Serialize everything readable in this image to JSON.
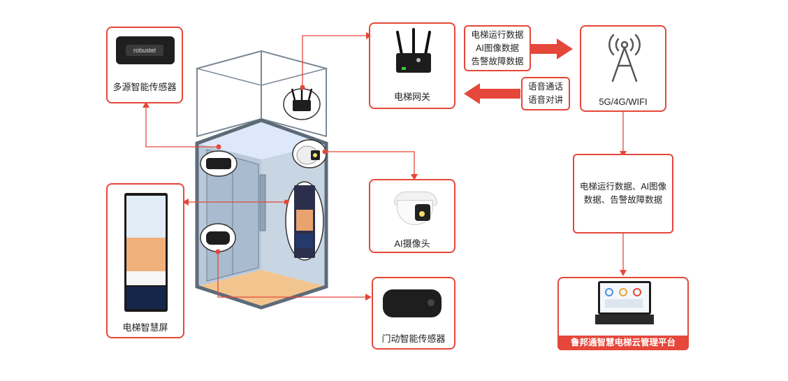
{
  "nodes": {
    "sensor_multi": {
      "label": "多源智能传感器",
      "brand": "robustel"
    },
    "gateway": {
      "label": "电梯网关"
    },
    "network": {
      "label": "5G/4G/WIFI"
    },
    "camera": {
      "label": "AI摄像头"
    },
    "screen": {
      "label": "电梯智慧屏"
    },
    "door_sensor": {
      "label": "门动智能传感器"
    },
    "platform": {
      "label": "鲁邦通智慧电梯云管理平台"
    }
  },
  "flows": {
    "uplink": [
      "电梯运行数据",
      "AI图像数据",
      "告警故障数据"
    ],
    "downlink": [
      "语音通话",
      "语音对讲"
    ],
    "cloud": [
      "电梯运行数据、AI图像",
      "数据、告警故障数据"
    ]
  },
  "colors": {
    "accent": "#e5473a",
    "elevator_wall": "#b9c9d9",
    "elevator_floor": "#f3c58e",
    "ceiling_light": "#dde8fb"
  }
}
